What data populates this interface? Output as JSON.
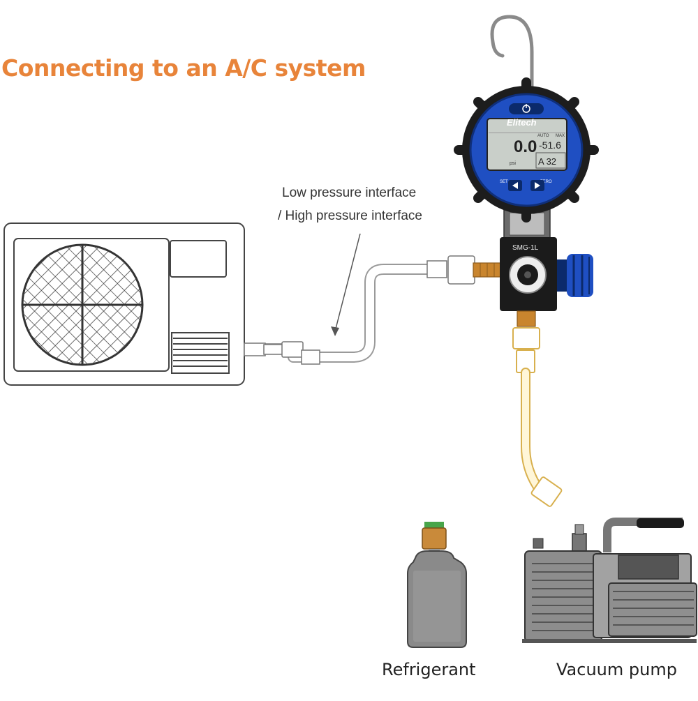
{
  "title": "Connecting to an A/C system",
  "callout": {
    "line1": "Low pressure interface",
    "line2": "/ High pressure interface"
  },
  "gauge": {
    "brand": "Elitech",
    "model": "SMG-1L",
    "reading_main": "0.0",
    "reading_temp": "-51.6",
    "refrigerant_code": "A 32",
    "unit": "psi",
    "button_left": "SET",
    "button_right": "ZERO",
    "small_top_left": "AUTO",
    "small_top_right": "MAX"
  },
  "labels": {
    "refrigerant": "Refrigerant",
    "vacuum_pump": "Vacuum pump"
  },
  "colors": {
    "title": "#e8843a",
    "gauge_blue": "#1f4fc2",
    "hose_yellow": "#f3d47a",
    "bottle_green": "#48a54a",
    "bottle_cap": "#c98a3a"
  }
}
